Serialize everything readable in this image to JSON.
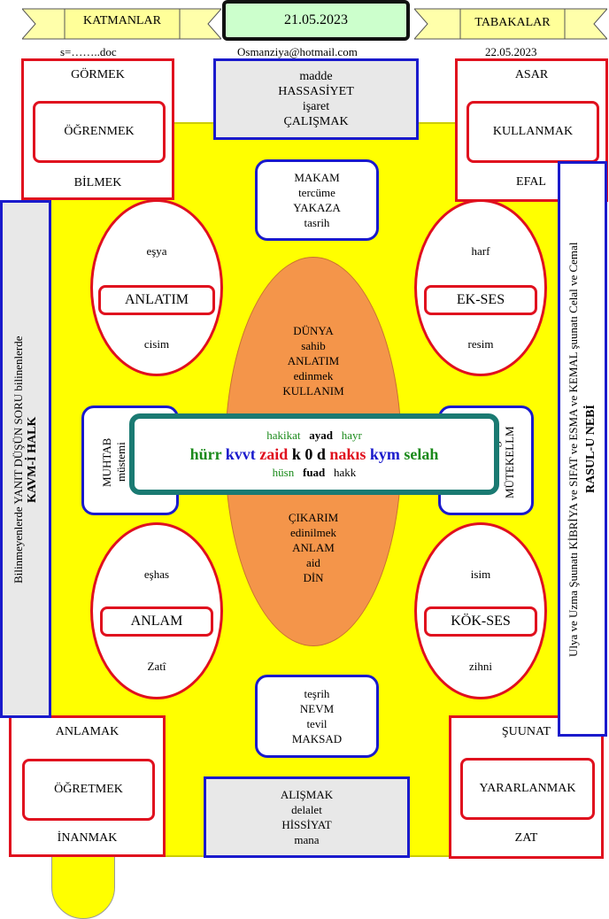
{
  "header": {
    "left_ribbon": "KATMANLAR",
    "right_ribbon": "TABAKALAR",
    "date_center": "21.05.2023",
    "file_label": "s=……..doc",
    "email": "Osmanziya@hotmail.com",
    "date_right": "22.05.2023"
  },
  "corners": {
    "top_left": {
      "top": "GÖRMEK",
      "inner": "ÖĞRENMEK",
      "bottom": "BİLMEK"
    },
    "top_right": {
      "top": "ASAR",
      "inner": "KULLANMAK",
      "bottom": "EFAL"
    },
    "bottom_left": {
      "top": "ANLAMAK",
      "inner": "ÖĞRETMEK",
      "bottom": "İNANMAK"
    },
    "bottom_right": {
      "top": "ŞUUNAT",
      "inner": "YARARLANMAK",
      "bottom": "ZAT"
    }
  },
  "top_center_box": [
    "madde",
    "HASSASİYET",
    "işaret",
    "ÇALIŞMAK"
  ],
  "makam_box": [
    "MAKAM",
    "tercüme",
    "YAKAZA",
    "tasrih"
  ],
  "tesrih_box": [
    "teşrih",
    "NEVM",
    "tevil",
    "MAKSAD"
  ],
  "bottom_center_box": [
    "ALIŞMAK",
    "delalet",
    "HİSSİYAT",
    "mana"
  ],
  "ellipses": {
    "top_left": {
      "top": "eşya",
      "label": "ANLATIM",
      "bottom": "cisim"
    },
    "top_right": {
      "top": "harf",
      "label": "EK-SES",
      "bottom": "resim"
    },
    "bottom_left": {
      "top": "eşhas",
      "label": "ANLAM",
      "bottom": "Zatî"
    },
    "bottom_right": {
      "top": "isim",
      "label": "KÖK-SES",
      "bottom": "zihni"
    }
  },
  "center_ellipse": {
    "top": [
      "DÜNYA",
      "sahib",
      "ANLATIM",
      "edinmek",
      "KULLANIM"
    ],
    "bottom": [
      "ÇIKARIM",
      "edinilmek",
      "ANLAM",
      "aid",
      "DİN"
    ]
  },
  "side_boxes": {
    "left": {
      "line1": "MUHTAB",
      "line2": "müstemi"
    },
    "right": {
      "line1": "mübelliğ",
      "line2": "MÜTEKELLM"
    }
  },
  "center_box": {
    "row1": [
      {
        "text": "hakikat",
        "color": "#1a8a1a"
      },
      {
        "text": "ayad",
        "color": "#000000"
      },
      {
        "text": "hayr",
        "color": "#1a8a1a"
      }
    ],
    "row2": [
      {
        "text": "hürr",
        "color": "#1a8a1a"
      },
      {
        "text": "kvvt",
        "color": "#1a1acc"
      },
      {
        "text": "zaid",
        "color": "#e0101e"
      },
      {
        "text": "k 0 d",
        "color": "#000000"
      },
      {
        "text": "nakıs",
        "color": "#e0101e"
      },
      {
        "text": "kym",
        "color": "#1a1acc"
      },
      {
        "text": "selah",
        "color": "#1a8a1a"
      }
    ],
    "row3": [
      {
        "text": "hüsn",
        "color": "#1a8a1a"
      },
      {
        "text": "fuad",
        "color": "#000000"
      },
      {
        "text": "hakk",
        "color": "#000000"
      }
    ]
  },
  "left_banner": {
    "line1": "Bilinmeyenlerde YANIT  DÜŞÜN  SORU bilinenlerde",
    "line2": "KAVM-İ HALK"
  },
  "right_banner": {
    "line1": "Ulya ve Uzma Şuunatı  KİBRİYA  ve SIFAT ve ESMA ve  KEMAL şuunatı Celal ve Cemal",
    "line2": "RASUL-U NEBİ"
  },
  "colors": {
    "yellow": "#ffff00",
    "orange": "#f4954a",
    "red": "#e0101e",
    "blue": "#1a1acc",
    "teal": "#1a7a72",
    "green": "#1a8a1a"
  }
}
